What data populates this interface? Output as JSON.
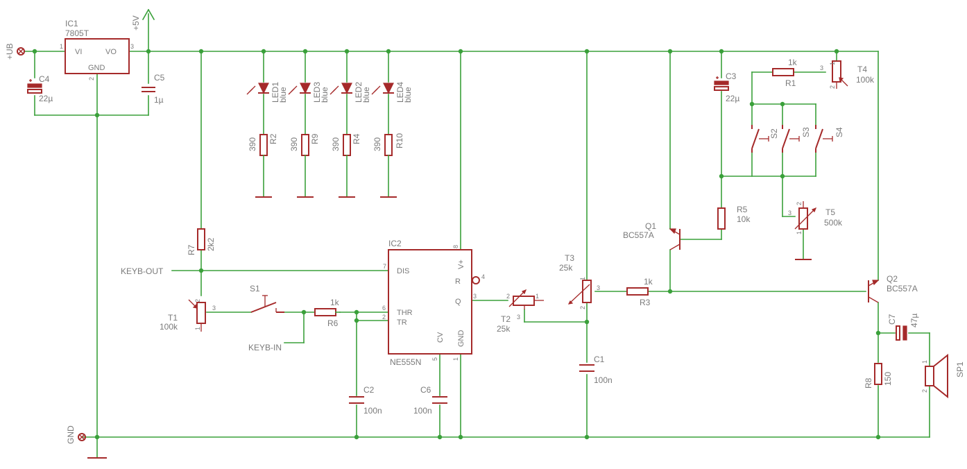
{
  "nets": {
    "ub": "+UB",
    "gnd": "GND",
    "v5": "+5V",
    "keyb_out": "KEYB-OUT",
    "keyb_in": "KEYB-IN"
  },
  "components": {
    "ic1": {
      "name": "IC1",
      "value": "7805T",
      "vi": "VI",
      "vo": "VO",
      "gnd": "GND",
      "pin1": "1",
      "pin2": "2",
      "pin3": "3"
    },
    "c4": {
      "name": "C4",
      "value": "22µ"
    },
    "c5": {
      "name": "C5",
      "value": "1µ"
    },
    "led1": {
      "name": "LED1",
      "value": "blue"
    },
    "led3": {
      "name": "LED3",
      "value": "blue"
    },
    "led2": {
      "name": "LED2",
      "value": "blue"
    },
    "led4": {
      "name": "LED4",
      "value": "blue"
    },
    "r2": {
      "name": "R2",
      "value": "390"
    },
    "r9": {
      "name": "R9",
      "value": "390"
    },
    "r4": {
      "name": "R4",
      "value": "390"
    },
    "r10": {
      "name": "R10",
      "value": "390"
    },
    "r7": {
      "name": "R7",
      "value": "2k2"
    },
    "t1": {
      "name": "T1",
      "value": "100k",
      "p1": "1",
      "p2": "2",
      "p3": "3"
    },
    "s1": {
      "name": "S1"
    },
    "r6": {
      "name": "R6",
      "value": "1k"
    },
    "ic2": {
      "name": "IC2",
      "value": "NE555N",
      "dis": "DIS",
      "vplus": "V+",
      "r": "R",
      "q": "Q",
      "thr": "THR",
      "tr": "TR",
      "cv": "CV",
      "gnd": "GND",
      "p8": "8",
      "p7": "7",
      "p4": "4",
      "p3": "3",
      "p6": "6",
      "p2": "2",
      "p5": "5",
      "p1": "1"
    },
    "c2": {
      "name": "C2",
      "value": "100n"
    },
    "c6": {
      "name": "C6",
      "value": "100n"
    },
    "t2": {
      "name": "T2",
      "value": "25k",
      "p1": "1",
      "p2": "2",
      "p3": "3"
    },
    "t3": {
      "name": "T3",
      "value": "25k",
      "p1": "1",
      "p2": "2",
      "p3": "3"
    },
    "c1": {
      "name": "C1",
      "value": "100n"
    },
    "r3": {
      "name": "R3",
      "value": "1k"
    },
    "c3": {
      "name": "C3",
      "value": "22µ"
    },
    "r1": {
      "name": "R1",
      "value": "1k"
    },
    "t4": {
      "name": "T4",
      "value": "100k",
      "p1": "1",
      "p2": "2",
      "p3": "3"
    },
    "s2": {
      "name": "S2"
    },
    "s3": {
      "name": "S3"
    },
    "s4": {
      "name": "S4"
    },
    "r5": {
      "name": "R5",
      "value": "10k"
    },
    "t5": {
      "name": "T5",
      "value": "500k",
      "p1": "1",
      "p2": "2",
      "p3": "3"
    },
    "q1": {
      "name": "Q1",
      "value": "BC557A"
    },
    "q2": {
      "name": "Q2",
      "value": "BC557A"
    },
    "c7": {
      "name": "C7",
      "value": "47µ"
    },
    "r8": {
      "name": "R8",
      "value": "150"
    },
    "sp1": {
      "name": "SP1",
      "p1": "1",
      "p2": "2"
    }
  }
}
